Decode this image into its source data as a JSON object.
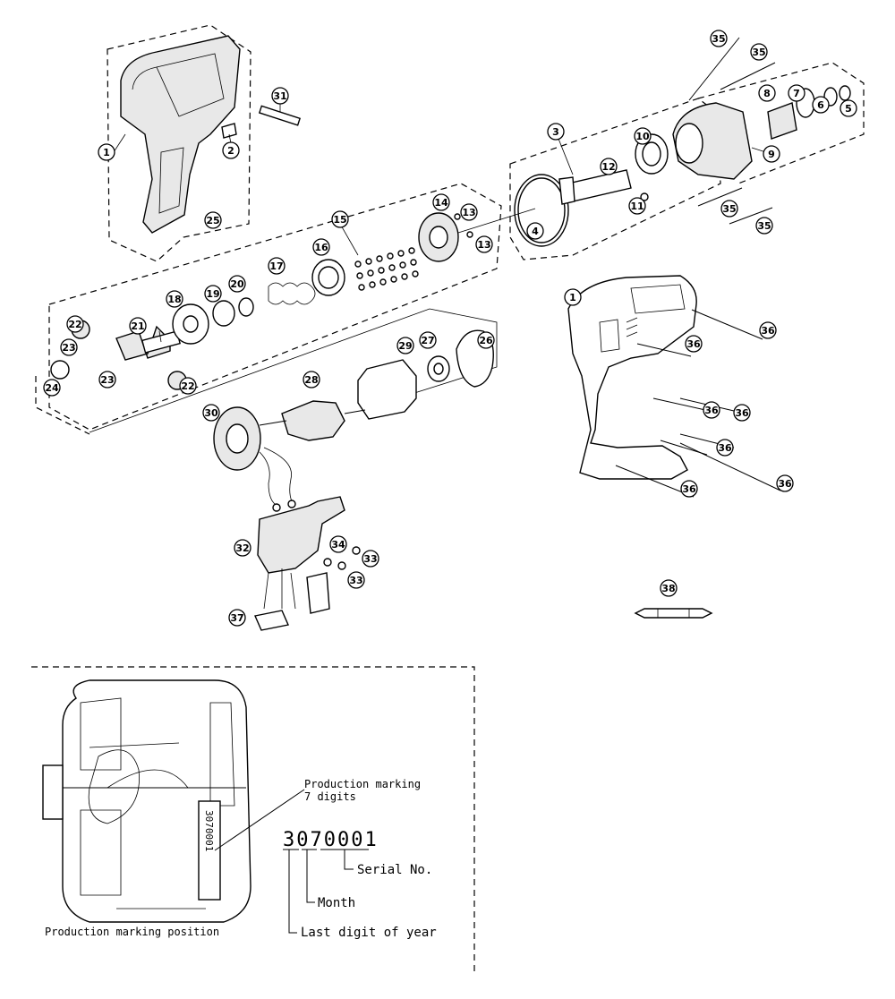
{
  "callouts": {
    "c1a": "1",
    "c1b": "1",
    "c2": "2",
    "c3": "3",
    "c4": "4",
    "c5": "5",
    "c6": "6",
    "c7": "7",
    "c8": "8",
    "c9": "9",
    "c10": "10",
    "c11": "11",
    "c12": "12",
    "c13a": "13",
    "c13b": "13",
    "c14": "14",
    "c15": "15",
    "c16": "16",
    "c17": "17",
    "c18": "18",
    "c19": "19",
    "c20": "20",
    "c21": "21",
    "c22a": "22",
    "c22b": "22",
    "c23a": "23",
    "c23b": "23",
    "c24": "24",
    "c25": "25",
    "c26": "26",
    "c27": "27",
    "c28": "28",
    "c29": "29",
    "c30": "30",
    "c31": "31",
    "c32": "32",
    "c33a": "33",
    "c33b": "33",
    "c34": "34",
    "c35a": "35",
    "c35b": "35",
    "c35c": "35",
    "c35d": "35",
    "c36a": "36",
    "c36b": "36",
    "c36c": "36",
    "c36d": "36",
    "c36e": "36",
    "c36f": "36",
    "c36g": "36",
    "c37": "37",
    "c38": "38"
  },
  "marking": {
    "production_marking": "Production marking",
    "seven_digits": "7 digits",
    "sample_code": "3070001",
    "serial_no": "Serial No.",
    "month": "Month",
    "last_digit_year": "Last digit of year",
    "position_caption": "Production marking position",
    "housing_code": "3070001"
  }
}
